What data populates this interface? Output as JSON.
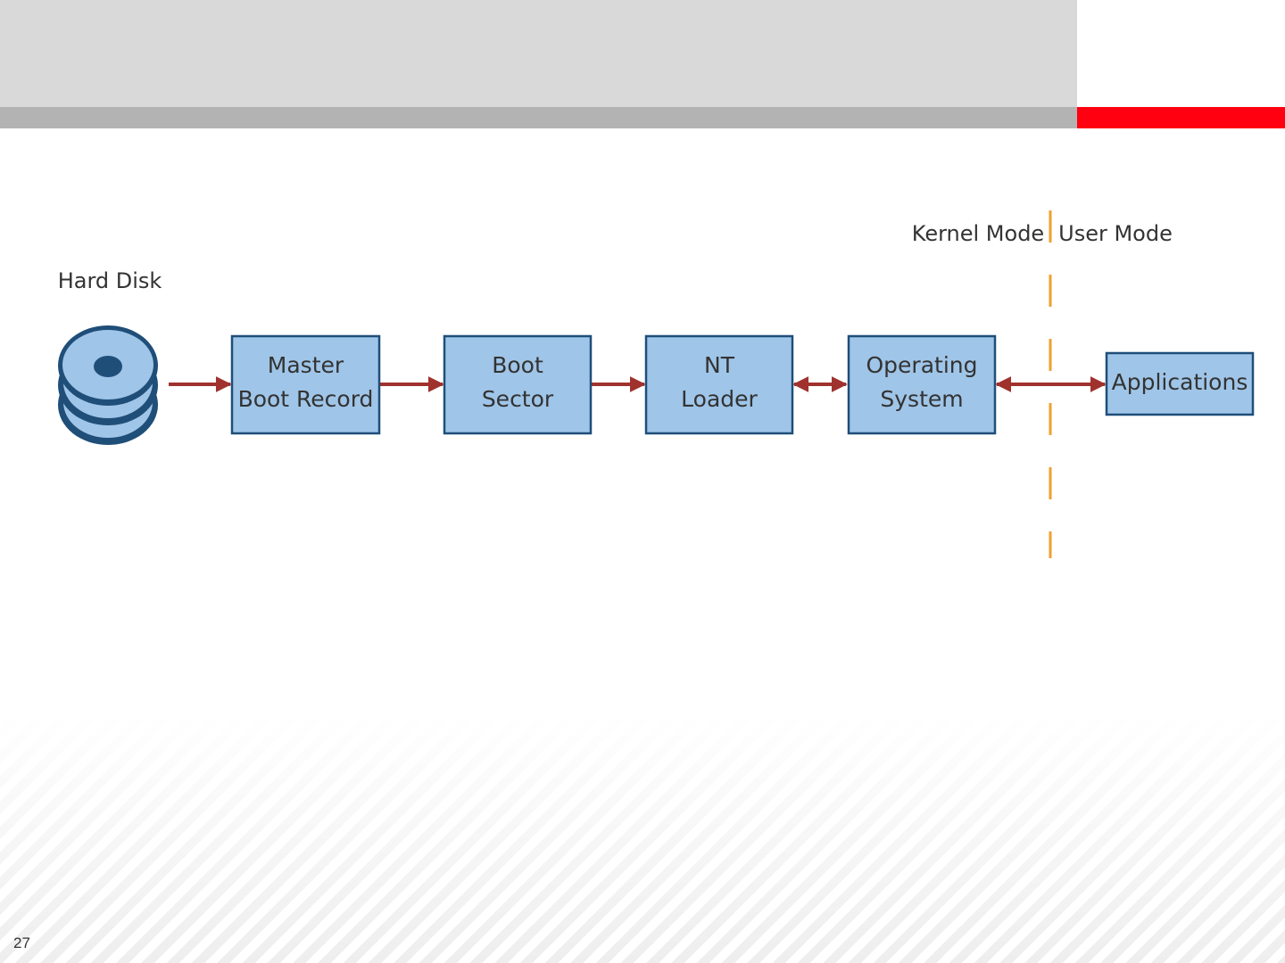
{
  "colors": {
    "header_band": "#d9d9d9",
    "header_bar": "#b3b3b3",
    "accent": "#ff0010",
    "box_fill": "#9fc5e8",
    "box_stroke": "#1f4e79",
    "arrow": "#a0322e",
    "divider": "#f0a030",
    "disk_dark": "#1f4e79",
    "disk_light": "#9fc5e8"
  },
  "diagram": {
    "hard_disk_label": "Hard Disk",
    "kernel_mode_label": "Kernel Mode",
    "user_mode_label": "User Mode",
    "boxes": [
      {
        "id": "mbr",
        "lines": [
          "Master",
          "Boot Record"
        ]
      },
      {
        "id": "boot-sector",
        "lines": [
          "Boot",
          "Sector"
        ]
      },
      {
        "id": "nt-loader",
        "lines": [
          "NT",
          "Loader"
        ]
      },
      {
        "id": "operating-system",
        "lines": [
          "Operating",
          "System"
        ]
      },
      {
        "id": "applications",
        "lines": [
          "Applications"
        ]
      }
    ]
  },
  "footer": {
    "slide_number": "27"
  }
}
